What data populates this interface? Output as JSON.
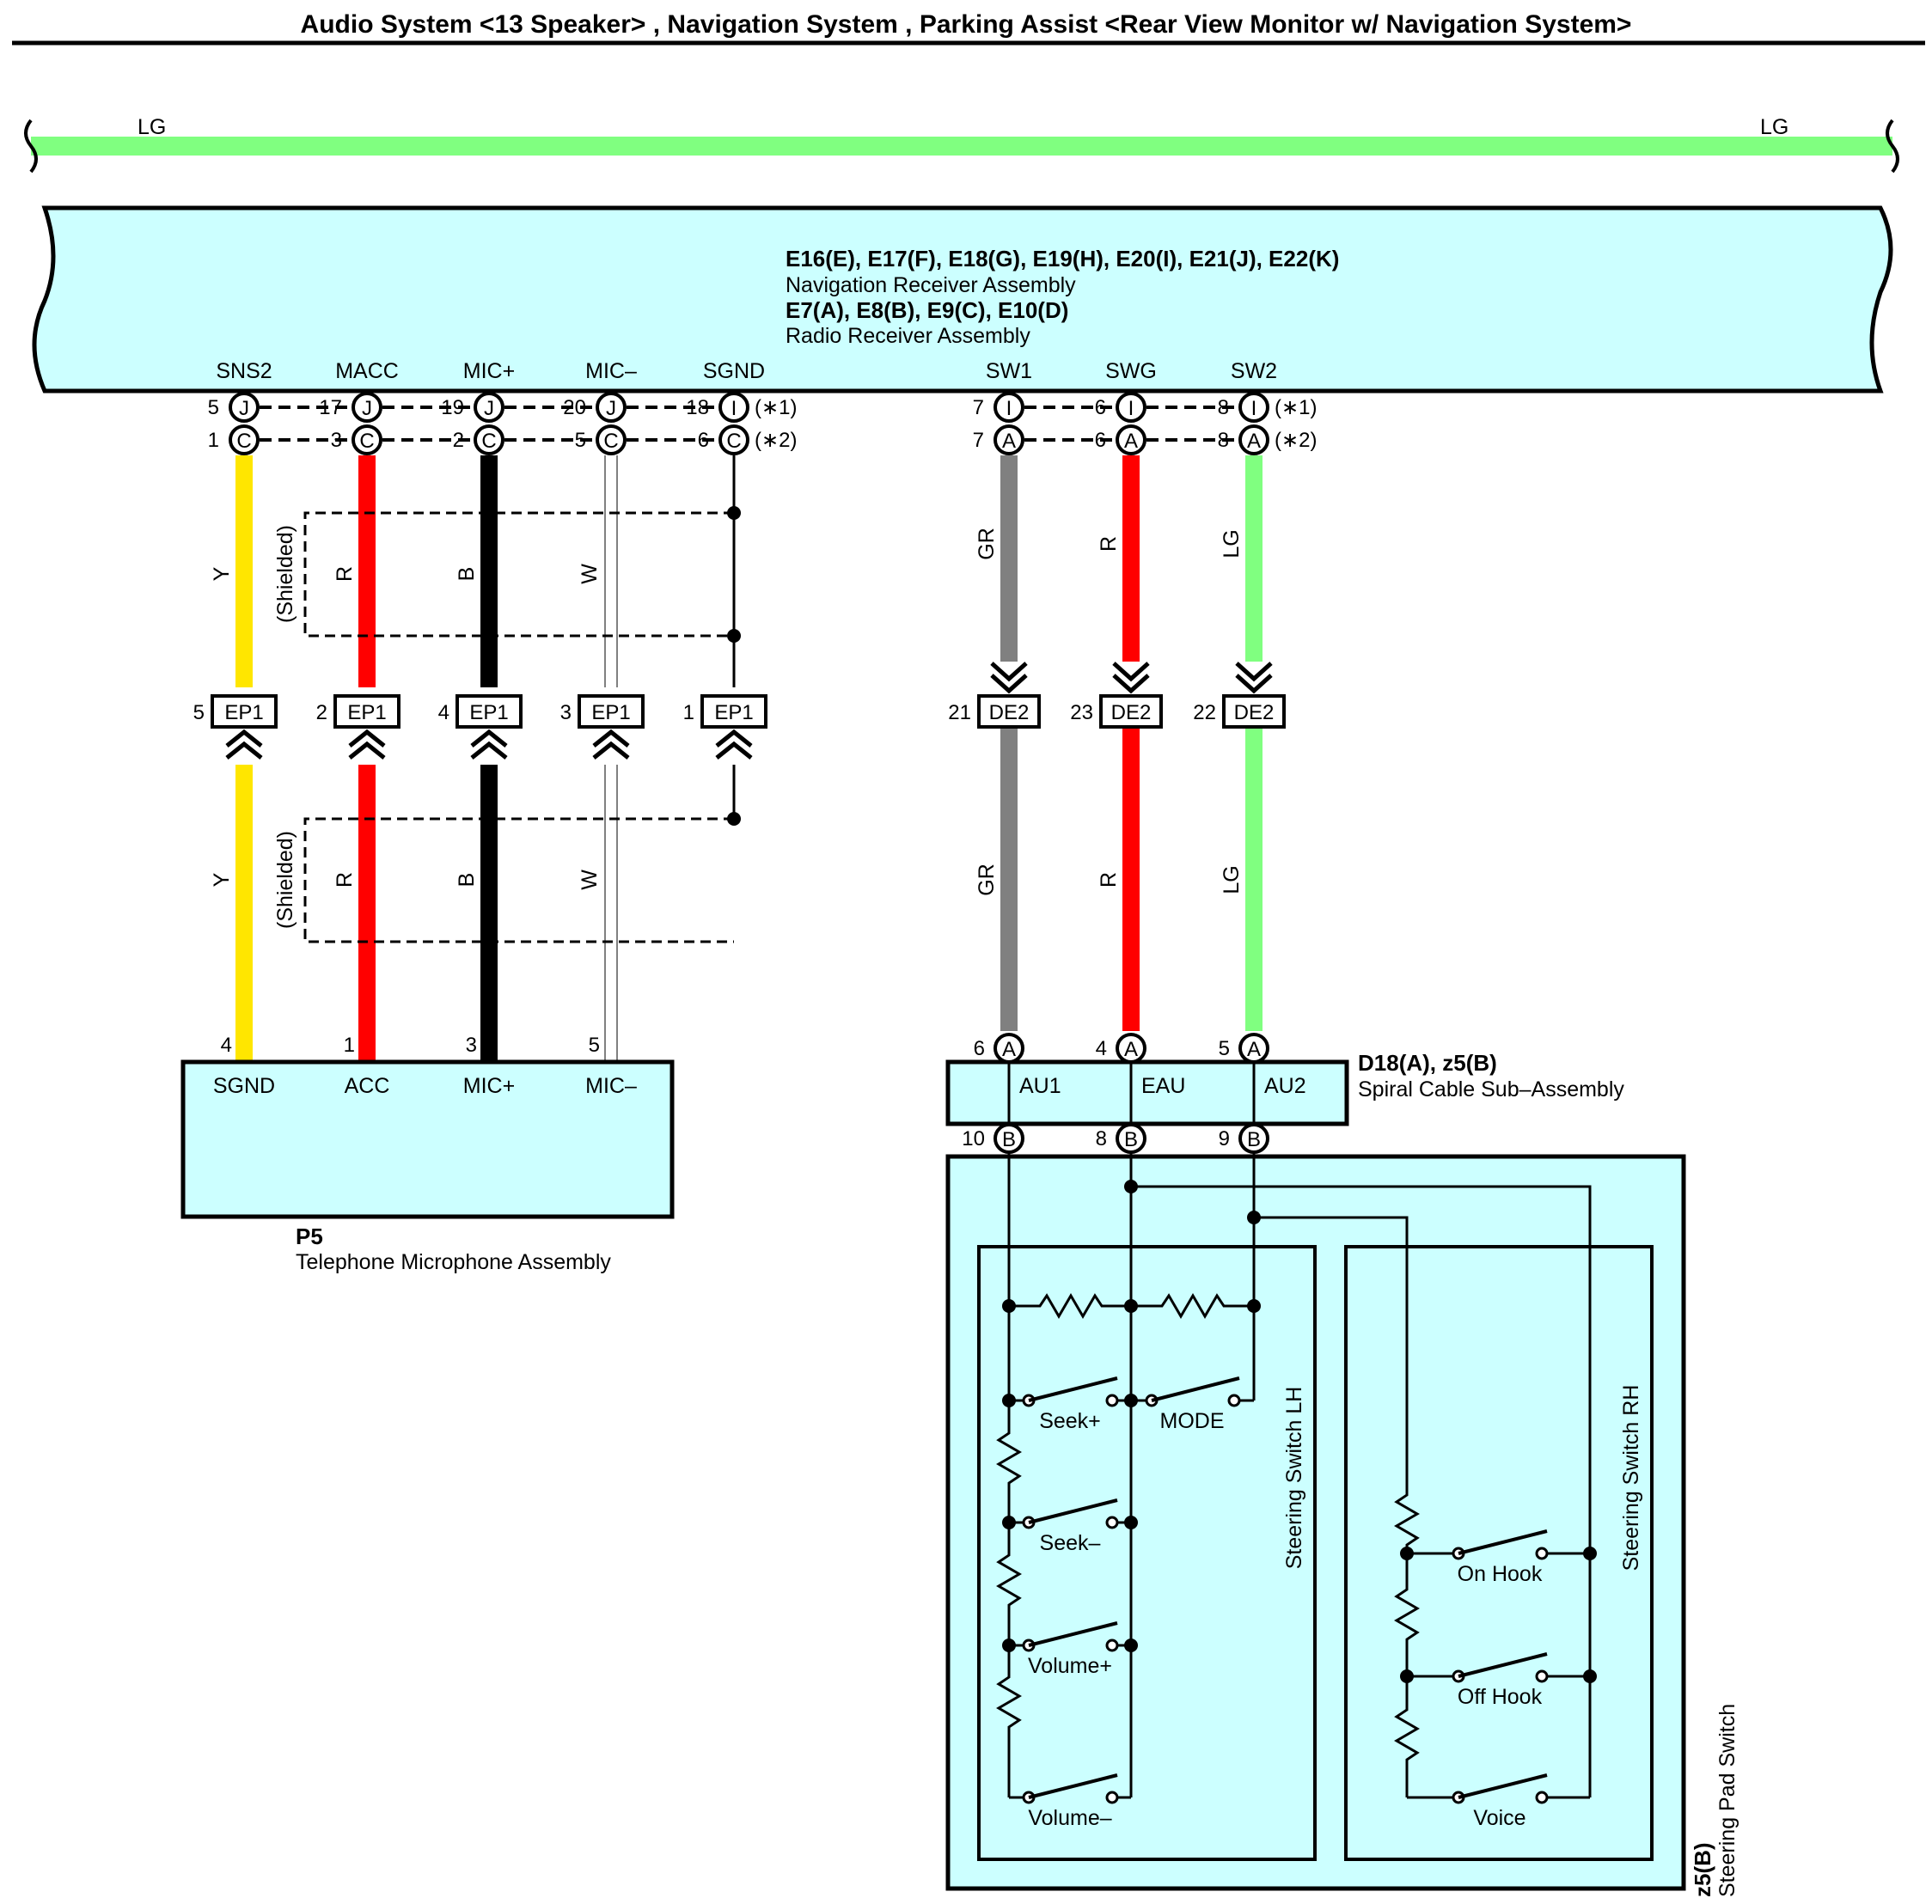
{
  "title": "Audio System <13 Speaker> , Navigation System , Parking Assist <Rear View Monitor w/ Navigation System>",
  "top_bus": {
    "label_left": "LG",
    "label_right": "LG"
  },
  "receiver": {
    "nav_connectors": "E16(E), E17(F), E18(G), E19(H), E20(I), E21(J), E22(K)",
    "nav_name": "Navigation Receiver Assembly",
    "radio_connectors": "E7(A), E8(B), E9(C), E10(D)",
    "radio_name": "Radio Receiver Assembly"
  },
  "notes": {
    "n1": "(∗1)",
    "n2": "(∗2)"
  },
  "shield_label": "(Shielded)",
  "mic_section": {
    "terminals": [
      {
        "name": "SNS2",
        "pin1": "5",
        "conn1": "J",
        "pin2": "1",
        "conn2": "C",
        "wire": "Y",
        "ep_pin": "5",
        "ep": "EP1",
        "dev_pin": "4",
        "dev_term": "SGND"
      },
      {
        "name": "MACC",
        "pin1": "17",
        "conn1": "J",
        "pin2": "3",
        "conn2": "C",
        "wire": "R",
        "ep_pin": "2",
        "ep": "EP1",
        "dev_pin": "1",
        "dev_term": "ACC"
      },
      {
        "name": "MIC+",
        "pin1": "19",
        "conn1": "J",
        "pin2": "2",
        "conn2": "C",
        "wire": "B",
        "ep_pin": "4",
        "ep": "EP1",
        "dev_pin": "3",
        "dev_term": "MIC+"
      },
      {
        "name": "MIC–",
        "pin1": "20",
        "conn1": "J",
        "pin2": "5",
        "conn2": "C",
        "wire": "W",
        "ep_pin": "3",
        "ep": "EP1",
        "dev_pin": "5",
        "dev_term": "MIC–"
      },
      {
        "name": "SGND",
        "pin1": "18",
        "conn1": "I",
        "pin2": "6",
        "conn2": "C",
        "wire": "",
        "ep_pin": "1",
        "ep": "EP1",
        "dev_pin": "",
        "dev_term": ""
      }
    ],
    "device_code": "P5",
    "device_name": "Telephone Microphone Assembly"
  },
  "sw_section": {
    "terminals": [
      {
        "name": "SW1",
        "pin1": "7",
        "conn1": "I",
        "pin2": "7",
        "conn2": "A",
        "wire": "GR",
        "de_pin": "21",
        "de": "DE2",
        "sp_pin": "6",
        "sp_conn": "A",
        "sp_term": "AU1",
        "sp_pin_b": "10",
        "sp_conn_b": "B"
      },
      {
        "name": "SWG",
        "pin1": "6",
        "conn1": "I",
        "pin2": "6",
        "conn2": "A",
        "wire": "R",
        "de_pin": "23",
        "de": "DE2",
        "sp_pin": "4",
        "sp_conn": "A",
        "sp_term": "EAU",
        "sp_pin_b": "8",
        "sp_conn_b": "B"
      },
      {
        "name": "SW2",
        "pin1": "8",
        "conn1": "I",
        "pin2": "8",
        "conn2": "A",
        "wire": "LG",
        "de_pin": "22",
        "de": "DE2",
        "sp_pin": "5",
        "sp_conn": "A",
        "sp_term": "AU2",
        "sp_pin_b": "9",
        "sp_conn_b": "B"
      }
    ],
    "spiral_code": "D18(A), z5(B)",
    "spiral_name": "Spiral Cable Sub–Assembly"
  },
  "steering": {
    "lh_label": "Steering Switch LH",
    "rh_label": "Steering Switch RH",
    "pad_code": "z5(B)",
    "pad_name": "Steering Pad Switch",
    "switches": {
      "seek_plus": "Seek+",
      "mode": "MODE",
      "seek_minus": "Seek–",
      "volume_plus": "Volume+",
      "volume_minus": "Volume–",
      "on_hook": "On Hook",
      "off_hook": "Off Hook",
      "voice": "Voice"
    }
  },
  "colors": {
    "Y": "#ffe600",
    "R": "#ff0000",
    "B": "#000000",
    "W": "#ffffff",
    "GR": "#808080",
    "LG": "#80ff80",
    "box_fill": "#ccffff"
  }
}
